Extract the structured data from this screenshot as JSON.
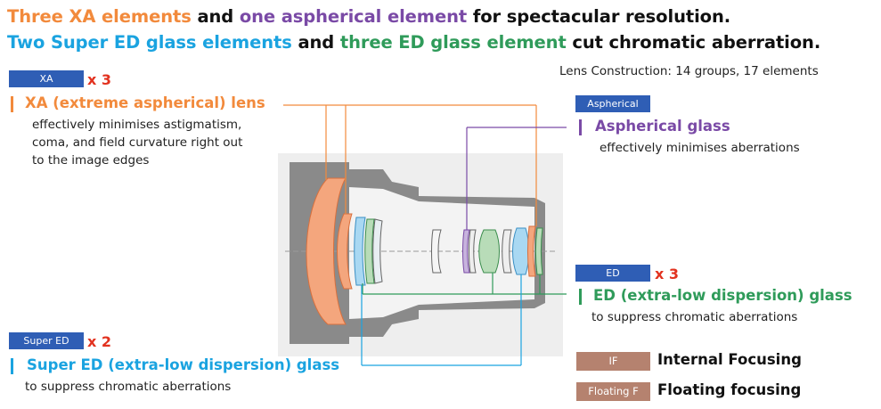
{
  "headline1": {
    "part1": "Three XA elements",
    "part2": " and ",
    "part3": "one aspherical element",
    "part4": " for spectacular resolution."
  },
  "headline2": {
    "part1": "Two Super ED glass elements",
    "part2": " and ",
    "part3": "three ED glass element",
    "part4": " cut chromatic aberration."
  },
  "construction": "Lens Construction: 14 groups, 17 elements",
  "xa": {
    "tag": "XA",
    "multiplier": "x 3",
    "label": "XA (extreme aspherical) lens",
    "desc": [
      "effectively minimises astigmatism,",
      "coma, and field curvature right out",
      "to the image edges"
    ]
  },
  "aspherical": {
    "tag": "Aspherical",
    "label": "Aspherical glass",
    "desc": [
      "effectively minimises aberrations"
    ]
  },
  "ed": {
    "tag": "ED",
    "multiplier": "x 3",
    "label": "ED  (extra-low dispersion) glass",
    "desc": [
      "to suppress chromatic aberrations"
    ]
  },
  "super_ed": {
    "tag": "Super ED",
    "multiplier": "x 2",
    "label": "Super ED (extra-low dispersion) glass",
    "desc": [
      "to suppress chromatic aberrations"
    ]
  },
  "focus": {
    "if_tag": "IF",
    "if_label": "Internal Focusing",
    "ff_tag": "Floating F",
    "ff_label": "Floating focusing"
  },
  "colors": {
    "xa": "#f28a3c",
    "aspherical": "#7a4aa6",
    "super_ed": "#1aa3e0",
    "ed": "#2f9b5a",
    "tag_blue": "#2f5eb5",
    "tag_brown": "#b5826f",
    "multiplier_red": "#e2321f"
  }
}
